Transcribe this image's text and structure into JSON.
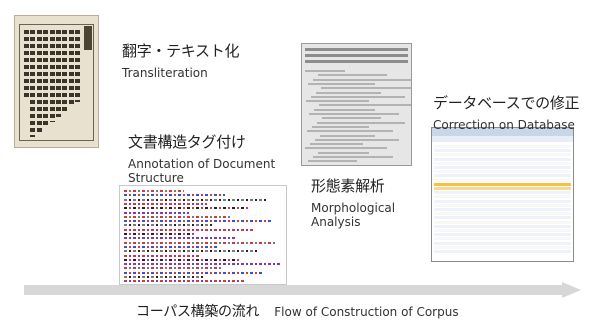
{
  "steps": {
    "transliteration": {
      "jp": "翻字・テキスト化",
      "en": "Transliteration"
    },
    "annotation": {
      "jp": "文書構造タグ付け",
      "en": "Annotation of Document Structure"
    },
    "morphological": {
      "jp": "形態素解析",
      "en": "Morphological Analysis"
    },
    "correction": {
      "jp": "データベースでの修正",
      "en": "Correction on Database"
    }
  },
  "flow": {
    "jp": "コーパス構築の流れ",
    "en": "Flow of Construction of Corpus"
  },
  "colors": {
    "arrow": "#d7d7d7",
    "text": "#222222"
  }
}
